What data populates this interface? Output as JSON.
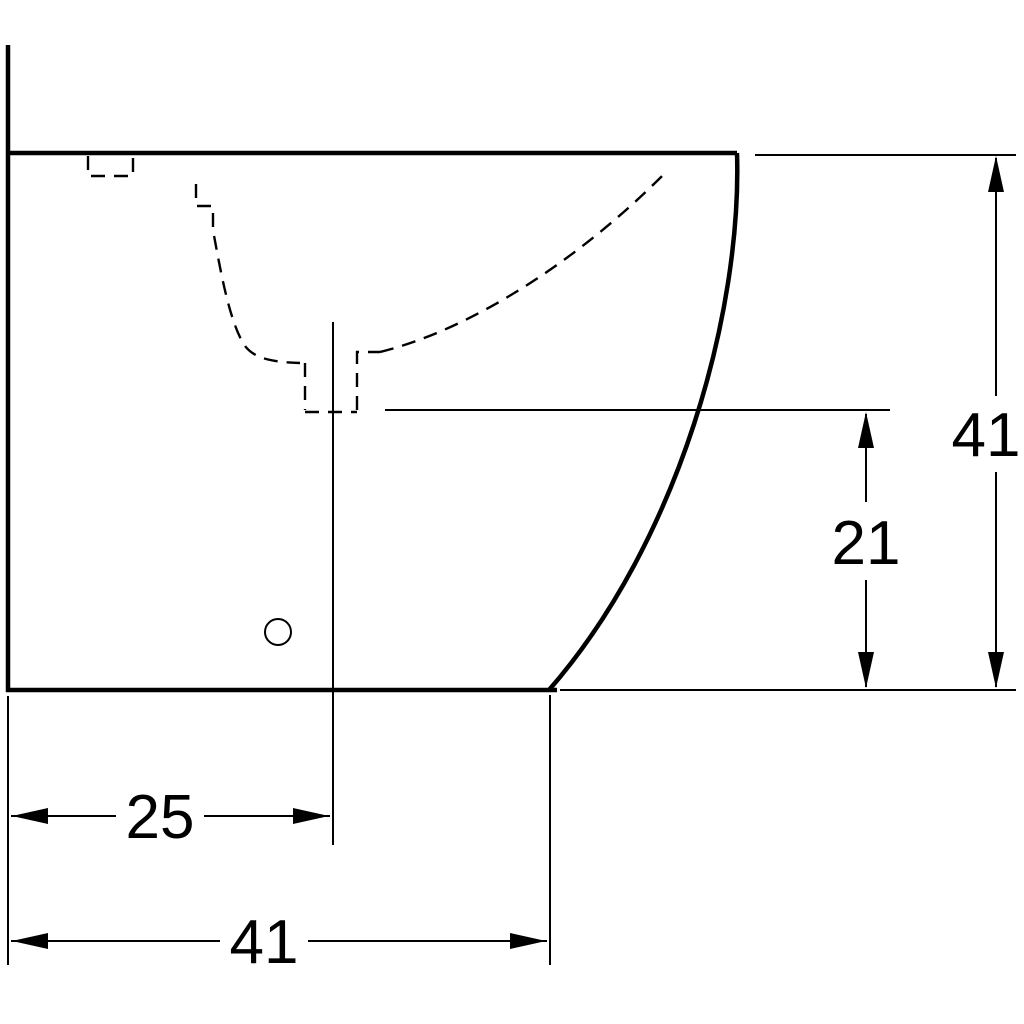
{
  "drawing": {
    "type": "technical-dimension-drawing",
    "subject": "floor-standing bidet, side elevation",
    "dimensions": {
      "overall_height": "41",
      "bowl_outlet_height": "21",
      "outlet_center_from_wall": "25",
      "foot_depth_from_wall": "41"
    }
  },
  "colors": {
    "line": "#000000",
    "background": "#ffffff"
  }
}
